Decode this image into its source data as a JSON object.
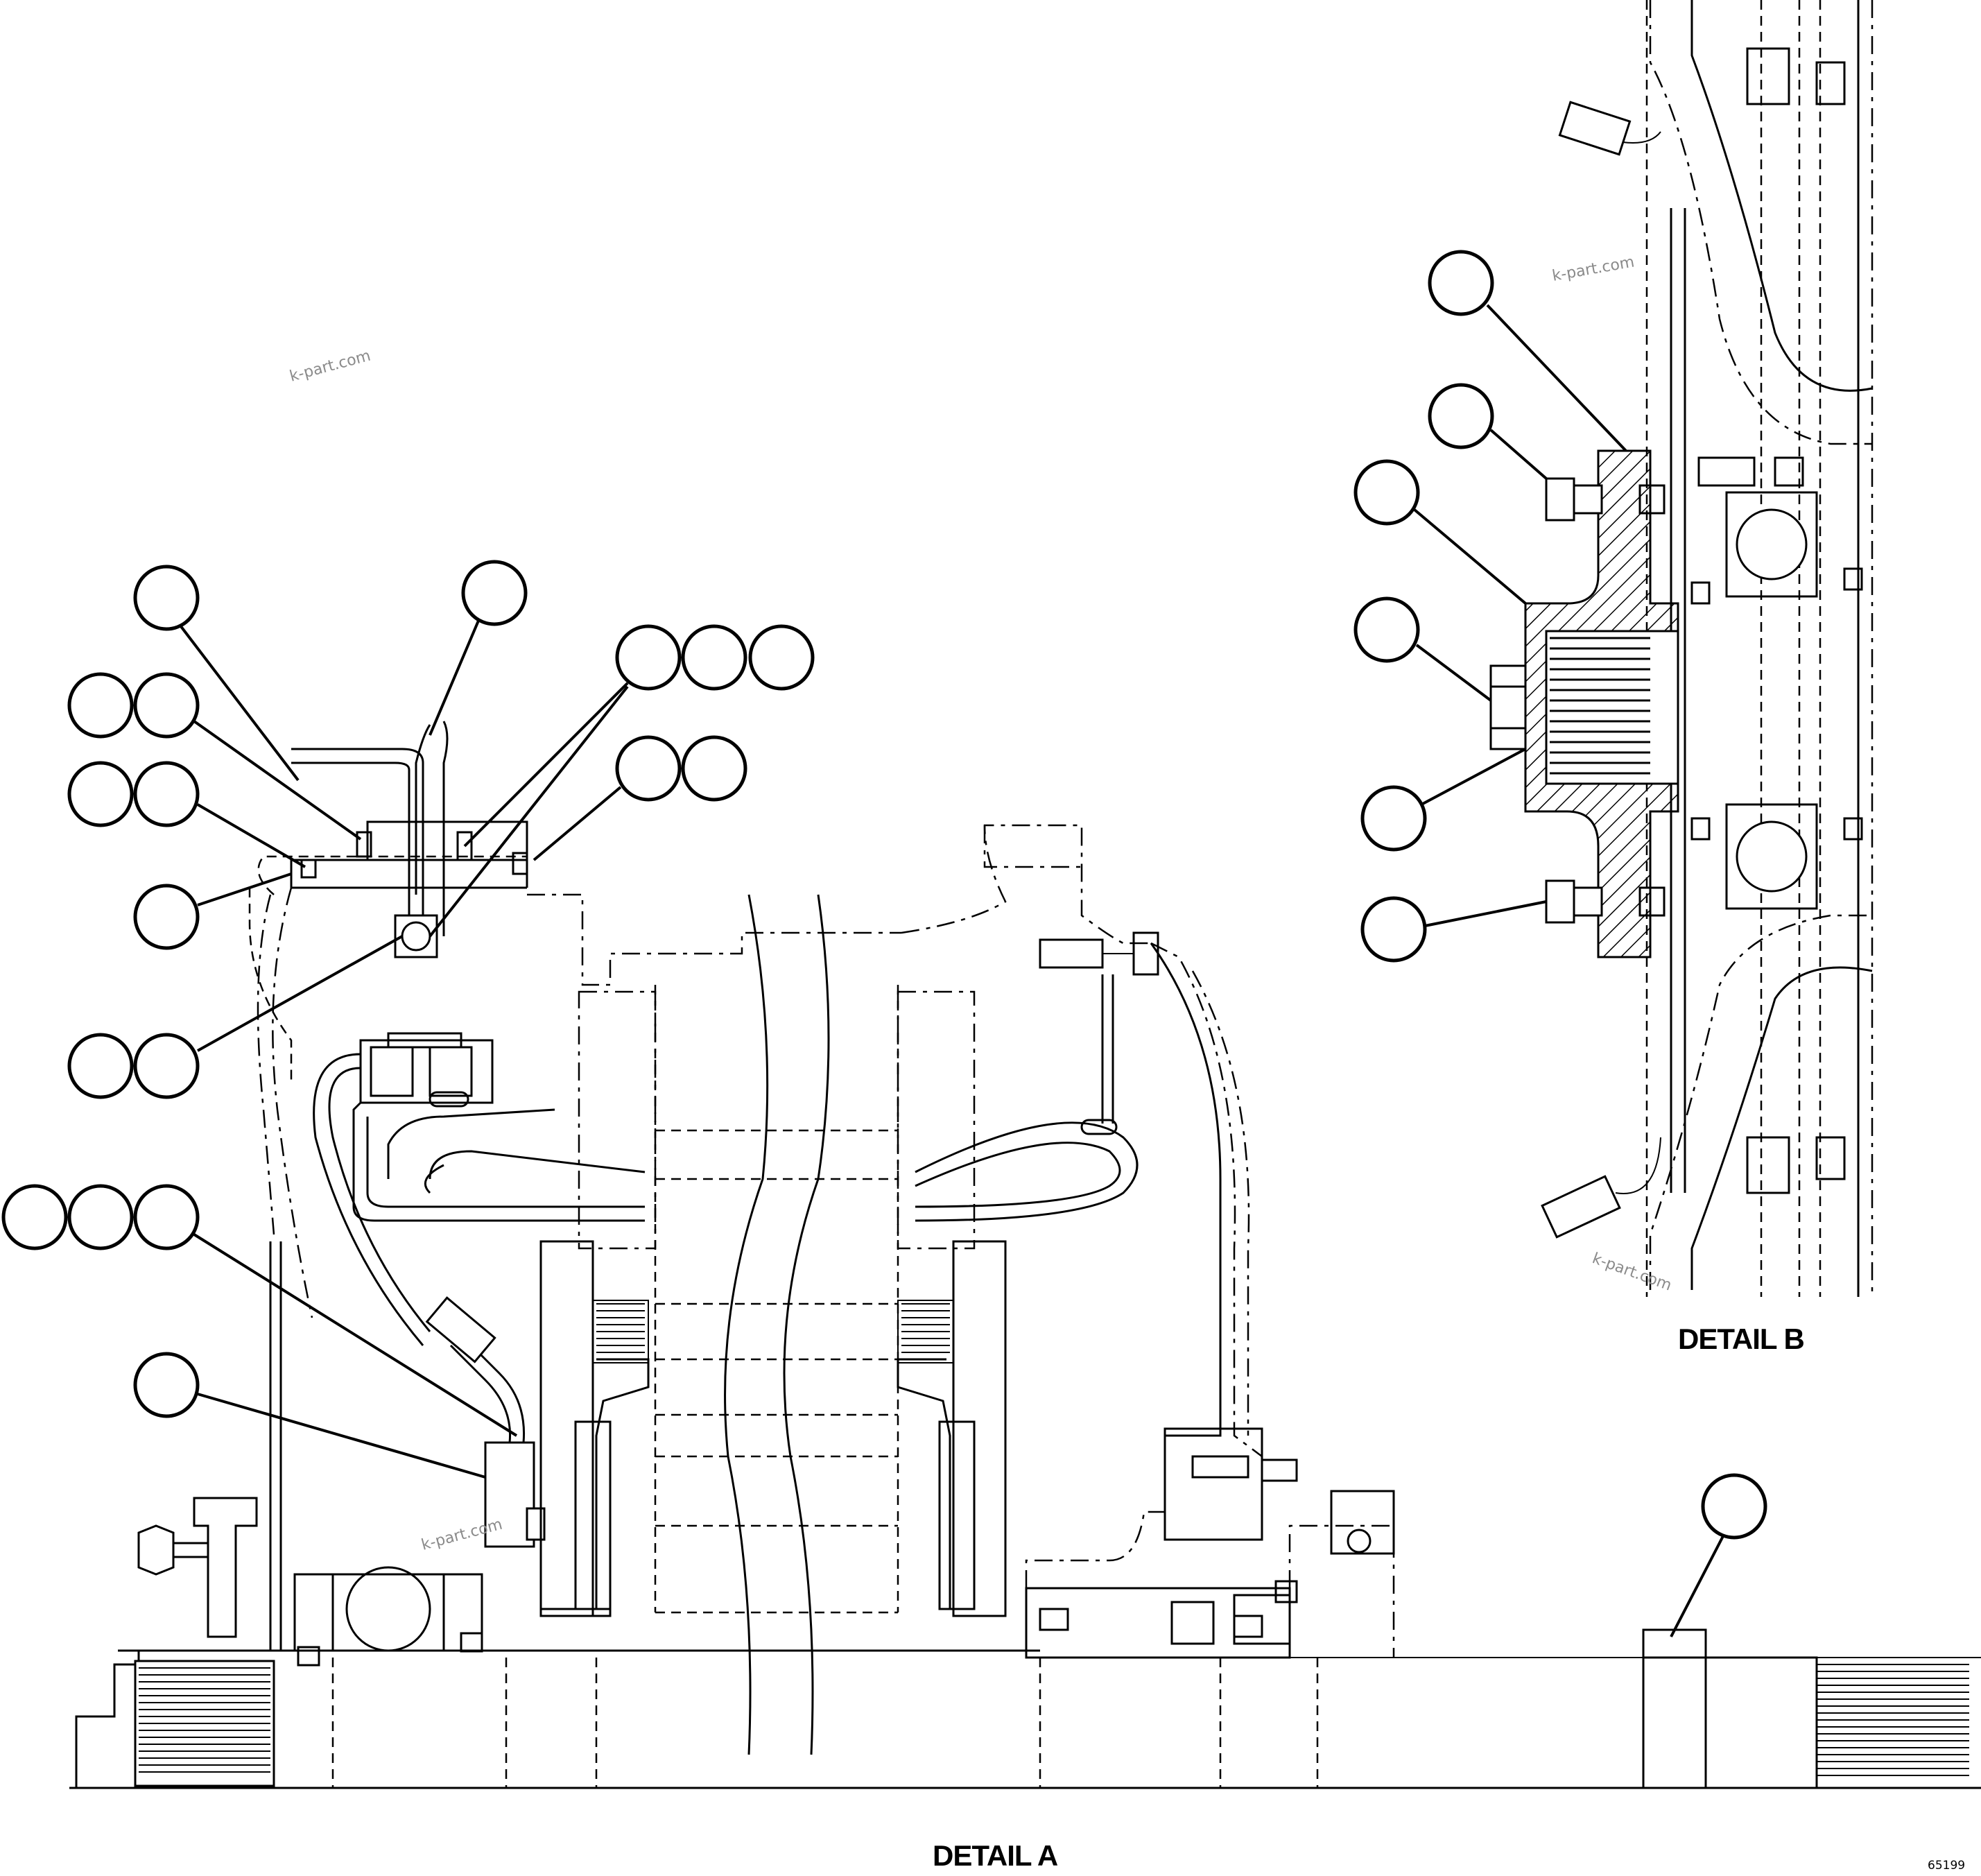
{
  "labels": {
    "detail_a": "DETAIL A",
    "detail_b": "DETAIL B",
    "figure_number": "65199"
  },
  "watermarks": [
    "k-part.com",
    "k-part.com",
    "k-part.com",
    "k-part.com"
  ]
}
